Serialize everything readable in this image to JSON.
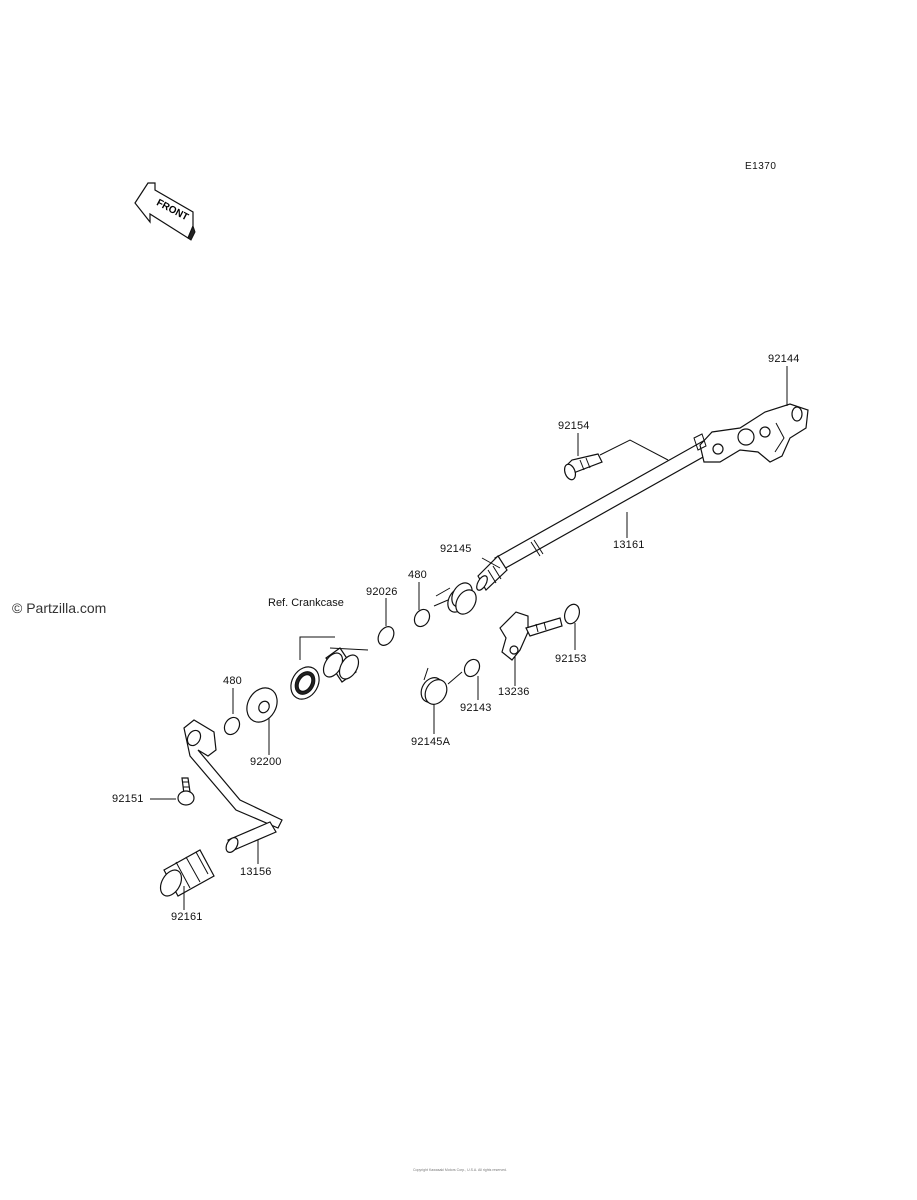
{
  "figure_code": "E1370",
  "front_label": "FRONT",
  "watermark": "© Partzilla.com",
  "reference_label": "Ref. Crankcase",
  "parts": [
    {
      "id": "p1",
      "code": "92144"
    },
    {
      "id": "p2",
      "code": "92154"
    },
    {
      "id": "p3",
      "code": "13161"
    },
    {
      "id": "p4",
      "code": "92145"
    },
    {
      "id": "p5",
      "code": "480"
    },
    {
      "id": "p6",
      "code": "92026"
    },
    {
      "id": "p7",
      "code": "92153"
    },
    {
      "id": "p8",
      "code": "13236"
    },
    {
      "id": "p9",
      "code": "92143"
    },
    {
      "id": "p10",
      "code": "92145A"
    },
    {
      "id": "p11",
      "code": "480"
    },
    {
      "id": "p12",
      "code": "92200"
    },
    {
      "id": "p13",
      "code": "92151"
    },
    {
      "id": "p14",
      "code": "13156"
    },
    {
      "id": "p15",
      "code": "92161"
    }
  ],
  "footer_text": "Copyright Kawasaki Motors Corp., U.S.A. All rights reserved."
}
